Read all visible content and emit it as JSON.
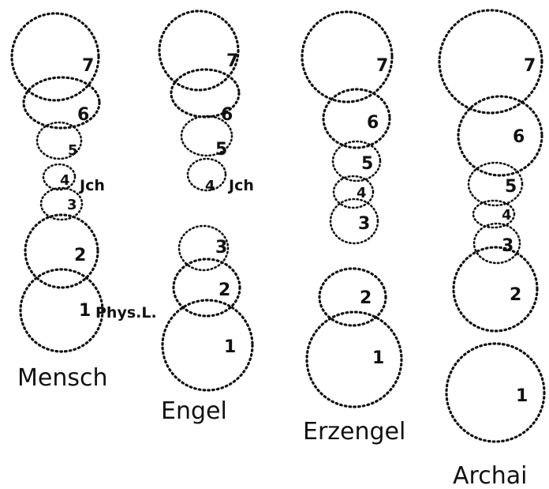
{
  "figures": [
    {
      "label": "Mensch",
      "rings": [
        "7",
        "6",
        "5",
        "4",
        "3",
        "2",
        "1"
      ],
      "notes": [
        "Jch",
        "Phys.L."
      ]
    },
    {
      "label": "Engel",
      "rings": [
        "7",
        "6",
        "5",
        "4",
        "3",
        "2",
        "1"
      ],
      "notes": [
        "Jch"
      ]
    },
    {
      "label": "Erzengel",
      "rings": [
        "7",
        "6",
        "5",
        "4",
        "3",
        "2",
        "1"
      ],
      "notes": []
    },
    {
      "label": "Archai",
      "rings": [
        "7",
        "6",
        "5",
        "4",
        "3",
        "2",
        "1"
      ],
      "notes": []
    }
  ]
}
